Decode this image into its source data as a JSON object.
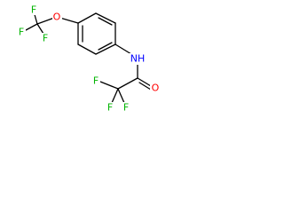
{
  "molecule": {
    "atoms": [
      {
        "id": "F1",
        "label": "F",
        "color": "#00b400"
      },
      {
        "id": "F2",
        "label": "F",
        "color": "#00b400"
      },
      {
        "id": "F3",
        "label": "F",
        "color": "#00b400"
      },
      {
        "id": "O1",
        "label": "O",
        "color": "#ff0000"
      },
      {
        "id": "N1",
        "label": "NH",
        "color": "#0000ff"
      },
      {
        "id": "O2",
        "label": "O",
        "color": "#ff0000"
      },
      {
        "id": "F4",
        "label": "F",
        "color": "#00b400"
      },
      {
        "id": "F5",
        "label": "F",
        "color": "#00b400"
      },
      {
        "id": "F6",
        "label": "F",
        "color": "#00b400"
      }
    ],
    "bond_color": "#000000"
  }
}
